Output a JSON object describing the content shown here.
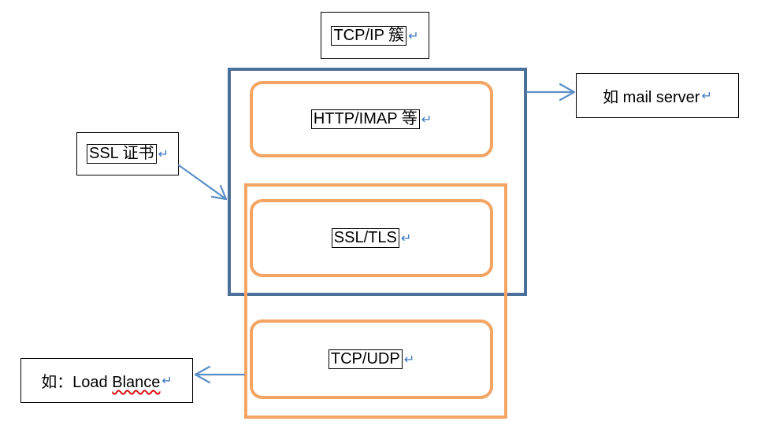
{
  "title_box": {
    "text": "TCP/IP 簇"
  },
  "mail_box": {
    "text": "如 mail server"
  },
  "ssl_cert_box": {
    "text": "SSL 证书"
  },
  "lb_box": {
    "prefix": "如：Load ",
    "word": "Blance"
  },
  "layers": {
    "http": "HTTP/IMAP 等",
    "ssl": "SSL/TLS",
    "tcp": "TCP/UDP"
  },
  "icons": {
    "return_mark": "↵"
  },
  "colors": {
    "blue": "#4a6f98",
    "orange": "#f4a463",
    "arrow": "#5b8ec7",
    "return_mark": "#3b78c3"
  }
}
